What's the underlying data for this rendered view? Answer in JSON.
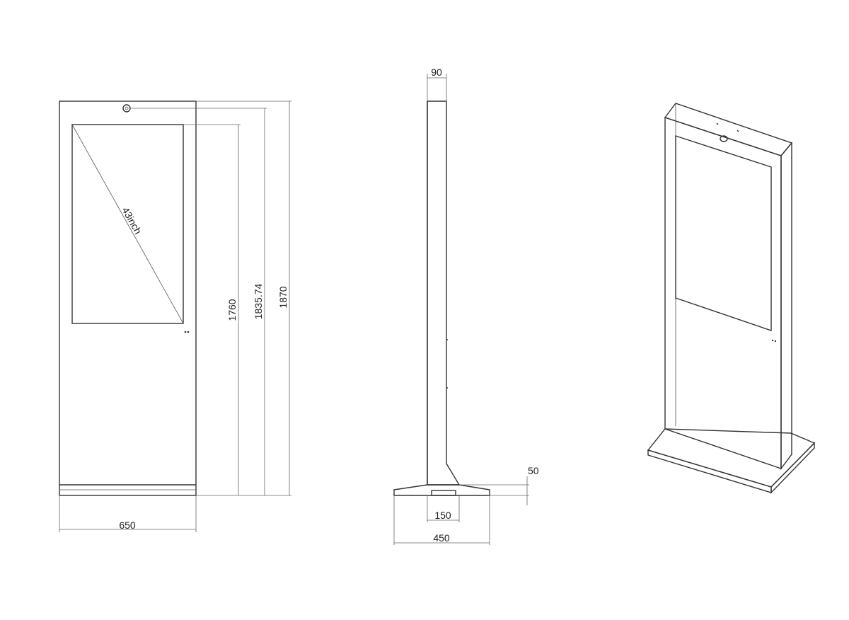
{
  "colors": {
    "line": "#333333",
    "dimension": "#666666",
    "background": "#ffffff"
  },
  "front_view": {
    "diagonal_label": "43inch",
    "width_label": "650",
    "screen_height_label": "1760",
    "camera_height_label": "1835.74",
    "total_height_label": "1870"
  },
  "side_view": {
    "depth_label": "90",
    "base_thickness_label": "50",
    "foot_slot_label": "150",
    "base_depth_label": "450"
  }
}
